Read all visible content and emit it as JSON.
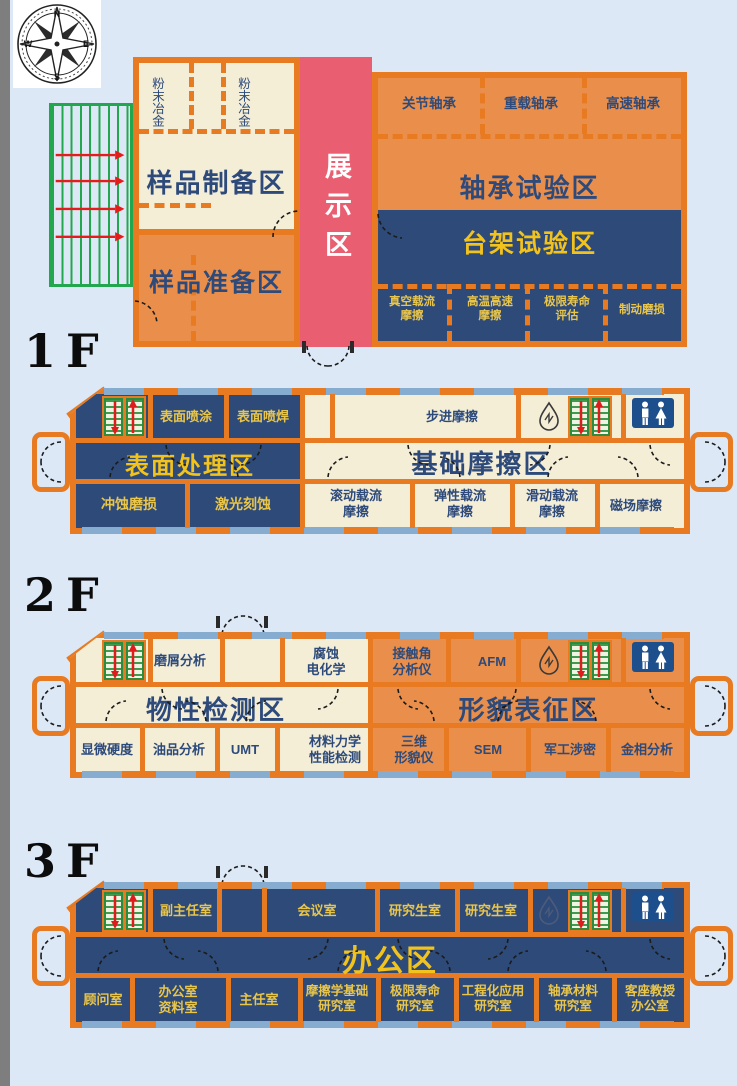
{
  "colors": {
    "wall_orange": "#e87a22",
    "fill_orange": "#e98f4b",
    "navy": "#2e4a78",
    "cream": "#f4eed7",
    "exhibit_pink": "#ea5e72",
    "zone_gold": "#f2c21d",
    "room_gold": "#e9c54a",
    "navy_text": "#2d4a7b",
    "window_blue": "#86add0",
    "background": "#dce8f6",
    "sidebar_gray": "#7e7e7e",
    "stairs_green": "#2e8b3d",
    "arrow_red": "#e01b1b",
    "wc_blue": "#1d4f8c"
  },
  "icons": [
    "compass-rose",
    "outdoor-stairs-grid",
    "stairs-icon",
    "floor-drain-icon",
    "restroom-icon",
    "door-arc"
  ],
  "compass": {
    "n": "N",
    "e": "E",
    "s": "S",
    "w": "W"
  },
  "floors": {
    "f1": "1F",
    "f2": "2F",
    "f3": "3F"
  },
  "hall": {
    "zones": {
      "sample_prep": "样品制备区",
      "sample_ready": "样品准备区",
      "exhibition": "展示区",
      "bearing_test": "轴承试验区",
      "rig_test": "台架试验区"
    },
    "rooms": {
      "powder_a": "粉末冶金",
      "powder_b": "粉末冶金",
      "joint_bearing": "关节轴承",
      "heavy_bearing": "重载轴承",
      "high_speed_bearing": "高速轴承",
      "vacuum_friction": "真空载流\n摩擦",
      "high_temp_friction": "高温高速\n摩擦",
      "limit_life_eval": "极限寿命\n评估",
      "brake_wear": "制动磨损"
    }
  },
  "floor1": {
    "zones": {
      "surface_treatment": "表面处理区",
      "basic_friction": "基础摩擦区"
    },
    "rooms": {
      "surface_spray": "表面喷涂",
      "surface_weld": "表面喷焊",
      "erosion_wear": "冲蚀磨损",
      "laser_etch": "激光刻蚀",
      "step_friction": "步进摩擦",
      "rolling_friction": "滚动载流\n摩擦",
      "elastic_friction": "弹性载流\n摩擦",
      "sliding_friction": "滑动载流\n摩擦",
      "magnetic_friction": "磁场摩擦"
    }
  },
  "floor2": {
    "zones": {
      "property_testing": "物性检测区",
      "morphology": "形貌表征区"
    },
    "rooms": {
      "debris_analysis": "磨屑分析",
      "corrosion_electrochem": "腐蚀\n电化学",
      "micro_hardness": "显微硬度",
      "oil_analysis": "油品分析",
      "umt": "UMT",
      "material_mechanics": "材料力学\n性能检测",
      "contact_angle": "接触角\n分析仪",
      "afm": "AFM",
      "profilometer_3d": "三维\n形貌仪",
      "sem": "SEM",
      "military_classified": "军工涉密",
      "metallographic": "金相分析"
    }
  },
  "floor3": {
    "zones": {
      "office": "办公区"
    },
    "rooms": {
      "deputy_director": "副主任室",
      "meeting": "会议室",
      "grad_student_a": "研究生室",
      "grad_student_b": "研究生室",
      "advisor": "顾问室",
      "office_archive": "办公室\n资料室",
      "director": "主任室",
      "tribology_basic": "摩擦学基础\n研究室",
      "limit_life": "极限寿命\n研究室",
      "engineering_app": "工程化应用\n研究室",
      "bearing_materials": "轴承材料\n研究室",
      "guest_professor": "客座教授\n办公室"
    }
  }
}
